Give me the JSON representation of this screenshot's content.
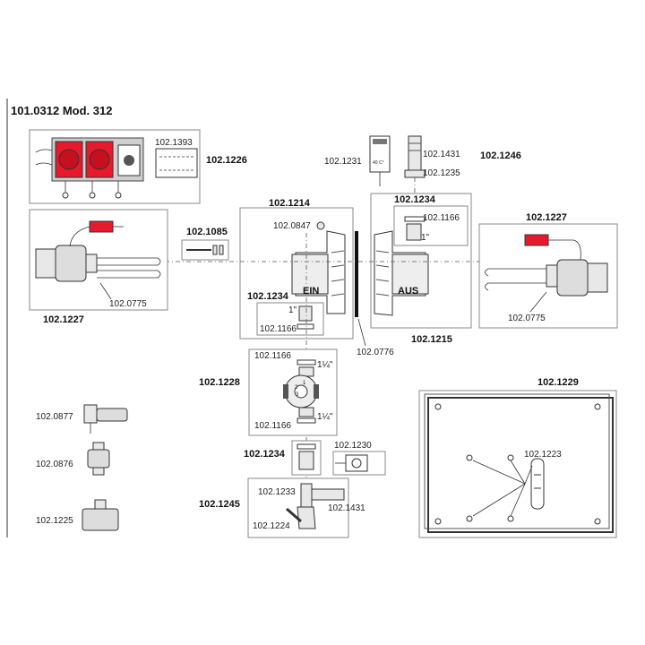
{
  "diagram": {
    "title": "101.0312 Mod. 312",
    "parts": {
      "p1393": "102.1393",
      "p1226": "102.1226",
      "p1231": "102.1231",
      "p1431_top": "102.1431",
      "p1235": "102.1235",
      "p1246": "102.1246",
      "p1214": "102.1214",
      "p1234_top": "102.1234",
      "p1166_top": "102.1166",
      "p1227_left": "102.1227",
      "p1227_right_label": "102.1227",
      "p1227_left_bottom": "102.1227",
      "p1085": "102.1085",
      "p0847": "102.0847",
      "p0775_left": "102.0775",
      "p0775_right": "102.0775",
      "p1234_mid": "102.1234",
      "p1166_mid": "102.1166",
      "p0776": "102.0776",
      "p1215": "102.1215",
      "p1166_pump_top": "102.1166",
      "p1166_pump_bottom": "102.1166",
      "p1228": "102.1228",
      "p1229": "102.1229",
      "p1223": "102.1223",
      "p0877": "102.0877",
      "p0876": "102.0876",
      "p1225": "102.1225",
      "p1234_bottom": "102.1234",
      "p1230": "102.1230",
      "p1245": "102.1245",
      "p1233": "102.1233",
      "p1431_bottom": "102.1431",
      "p1224": "102.1224"
    },
    "labels": {
      "ein": "EIN",
      "aus": "AUS",
      "inch_top": "1\"",
      "inch_mid": "1\"",
      "inch_pump_top": "1¼\"",
      "inch_pump_bottom": "1¼\"",
      "thermostat_display": "40 C°",
      "pump_speed_1": "1",
      "pump_speed_2": "2",
      "pump_speed_3": "3"
    }
  }
}
